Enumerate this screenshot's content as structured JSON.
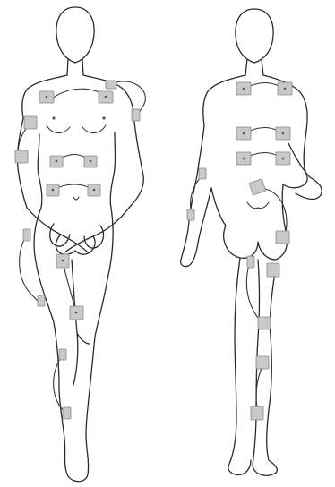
{
  "figure": {
    "views": [
      "front",
      "back"
    ]
  },
  "colors": {
    "background": "#ffffff",
    "outline": "#2a2a2a",
    "pad_fill": "#c9c9c9",
    "pad_stroke": "#888888",
    "lead_wire": "#333333"
  },
  "electrode_pairs": {
    "front": [
      "upper-chest",
      "left-shoulder",
      "left-arm",
      "abdomen-upper",
      "abdomen-lower",
      "left-outer-thigh",
      "right-front-thigh",
      "left-lower-leg"
    ],
    "back": [
      "upper-back",
      "mid-back",
      "lower-back",
      "left-side",
      "right-buttock",
      "right-back-thigh",
      "right-calf"
    ]
  }
}
